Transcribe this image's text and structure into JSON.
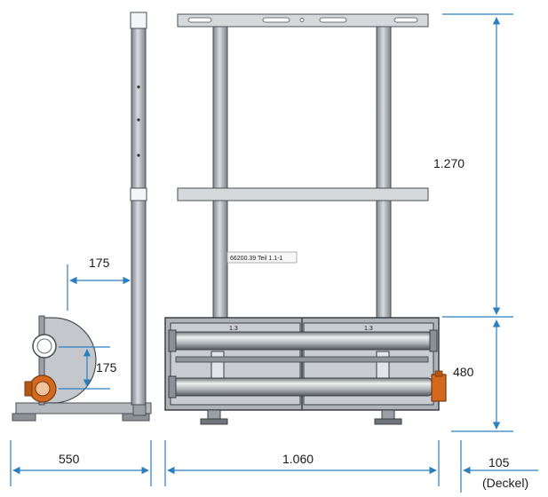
{
  "dimensions": {
    "side_offset_horizontal": "175",
    "side_offset_vertical": "175",
    "upper_height": "1.270",
    "lower_height": "480",
    "side_width": "550",
    "front_width": "1.060",
    "cover_depth": "105",
    "cover_label": "(Deckel)"
  },
  "part_label": "66200.39 Teil 1.1-1",
  "colors": {
    "dimension_line": "#2a7fc0",
    "frame": "#9aa0a6",
    "frame_dark": "#4a4f55",
    "flange": "#d2691e"
  }
}
